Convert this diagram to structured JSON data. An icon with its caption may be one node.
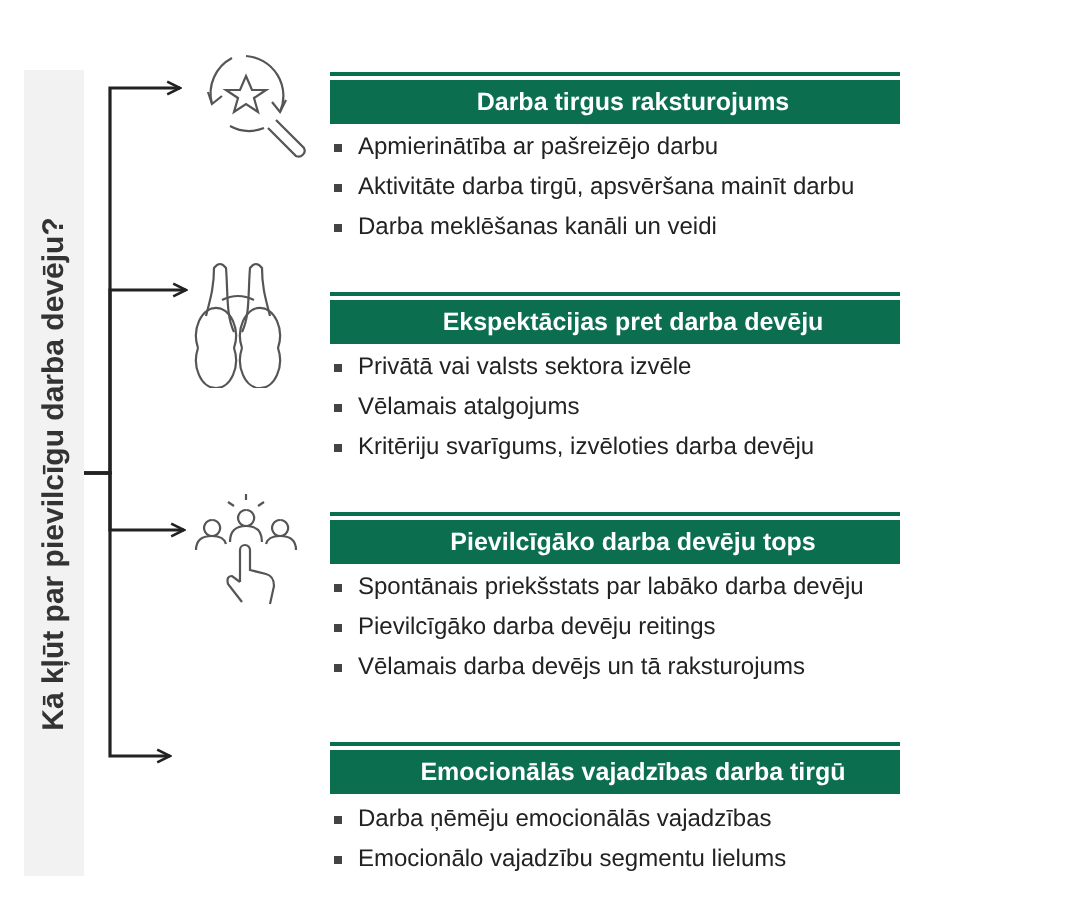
{
  "diagram": {
    "nodes": [
      {
        "text": [
          "Kā kļūt par pievilcīgu darba devēju?"
        ]
      },
      {
        "text": [],
        "shape": "magnifier"
      },
      {
        "text": [],
        "shape": "binoculars"
      },
      {
        "text": [],
        "shape": "people"
      },
      {
        "text": [
          "Darba tirgus raksturojums"
        ]
      },
      {
        "text": [
          "Ekspektācijas pret darba devēju"
        ]
      },
      {
        "text": [
          "Pievilcīgāko darba devēju tops"
        ]
      },
      {
        "text": [
          "Emocionālās vajadzības darba tirgū"
        ]
      }
    ],
    "edges": [
      {
        "from": 0,
        "to": 1,
        "arrow": "to"
      },
      {
        "from": 0,
        "to": 2,
        "arrow": "to"
      },
      {
        "from": 0,
        "to": 3,
        "arrow": "to"
      },
      {
        "from": 0,
        "to": null,
        "arrow": "to"
      }
    ],
    "labels": [
      "Apmierinātība ar pašreizējo darbu",
      "Aktivitāte darba tirgū, apsvēršana mainīt darbu",
      "Darba meklēšanas kanāli un veidi",
      "Privātā vai valsts sektora izvēle",
      "Vēlamais atalgojums",
      "Kritēriju svarīgums, izvēloties darba devēju",
      "Spontānais priekšstats par labāko darba devēju",
      "Pievilcīgāko darba devēju  reitings",
      "Vēlamais darba devējs un tā raksturojums",
      "Darba ņēmēju emocionālās vajadzības",
      "Emocionālo vajadzību segmentu lielums"
    ]
  }
}
